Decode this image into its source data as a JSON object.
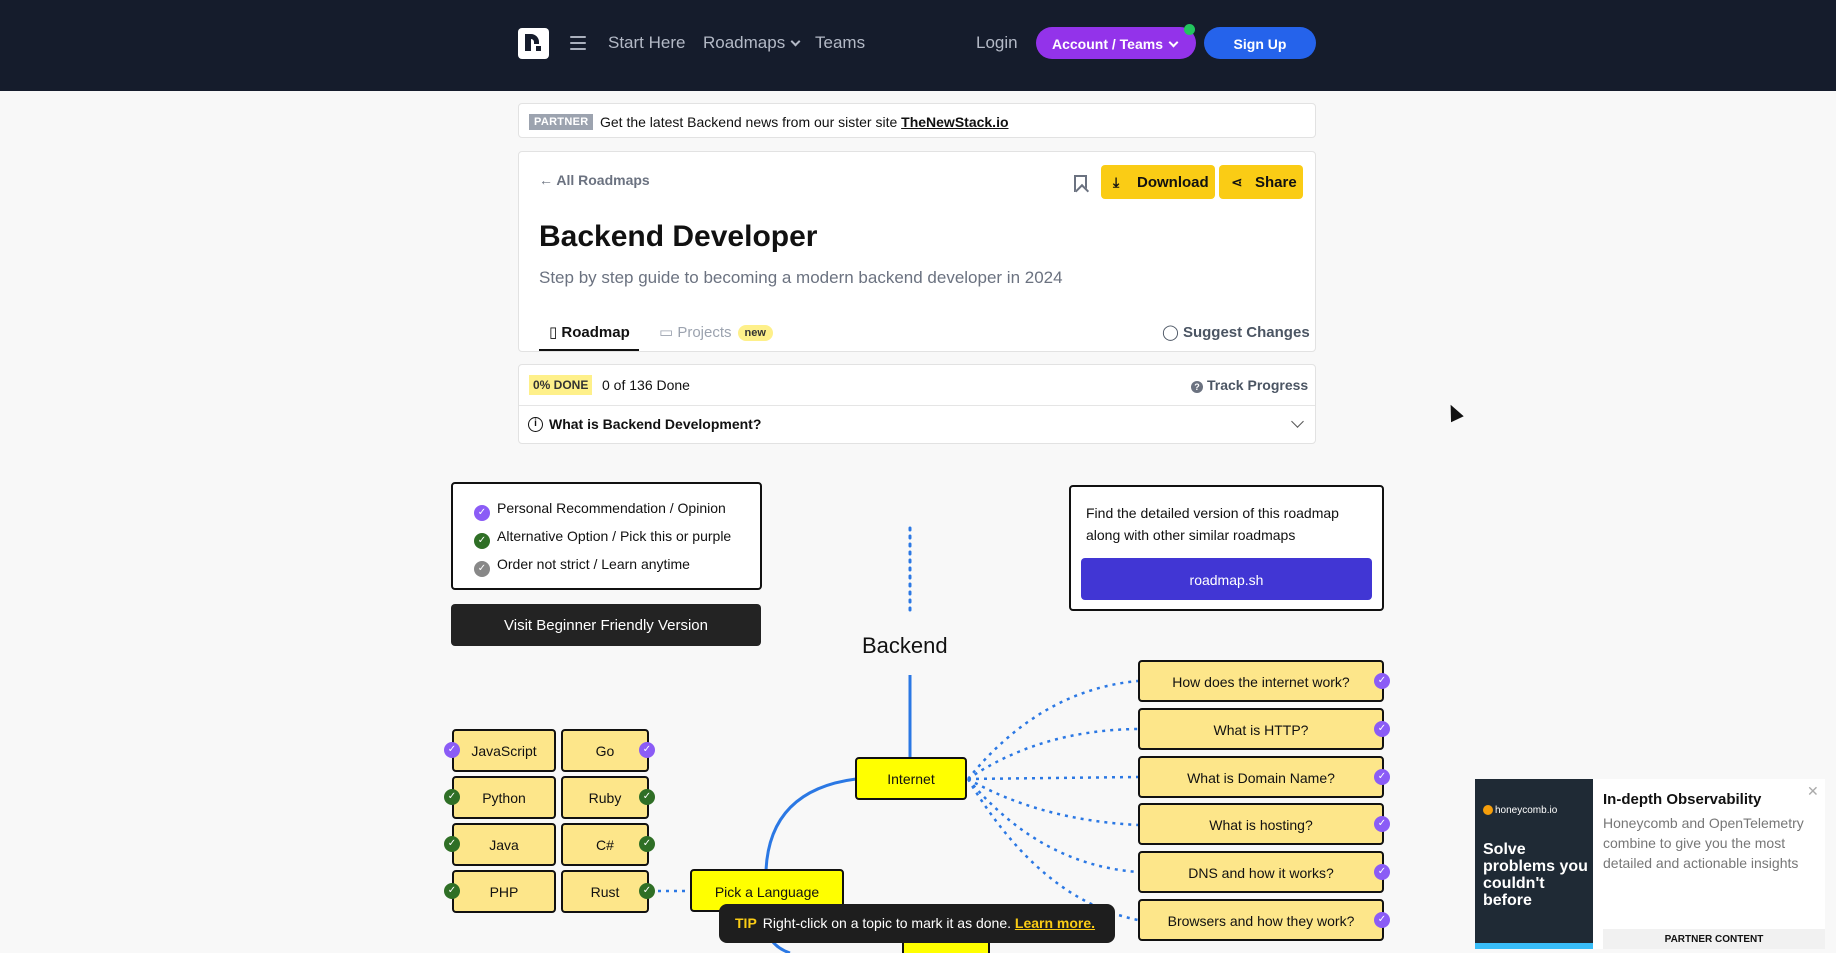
{
  "nav": {
    "links": [
      "Start Here",
      "Roadmaps",
      "Teams"
    ],
    "login": "Login",
    "account_teams": "Account / Teams",
    "sign_up": "Sign Up"
  },
  "partner": {
    "badge": "PARTNER",
    "text": "Get the latest Backend news from our sister site ",
    "link": "TheNewStack.io"
  },
  "header": {
    "back": "← All Roadmaps",
    "download": "Download",
    "share": "Share",
    "title": "Backend Developer",
    "subtitle": "Step by step guide to becoming a modern backend developer in 2024",
    "tabs": [
      "Roadmap",
      "Projects"
    ],
    "new_badge": "new",
    "suggest": "Suggest Changes"
  },
  "progress": {
    "badge": "0% DONE",
    "done_text": "0 of 136 Done",
    "track": "Track Progress",
    "what_is": "What is Backend Development?"
  },
  "legend": [
    {
      "label": "Personal Recommendation / Opinion",
      "color": "#8b5cf6"
    },
    {
      "label": "Alternative Option / Pick this or purple",
      "color": "#2f6f26"
    },
    {
      "label": "Order not strict / Learn anytime",
      "color": "#888888"
    }
  ],
  "beginner_button": "Visit Beginner Friendly Version",
  "find_box": {
    "text": "Find the detailed version of this roadmap along with other similar roadmaps",
    "button": "roadmap.sh"
  },
  "roadmap": {
    "root": "Backend",
    "internet": "Internet",
    "pick_language": "Pick a Language",
    "internet_topics": [
      "How does the internet work?",
      "What is HTTP?",
      "What is Domain Name?",
      "What is hosting?",
      "DNS and how it works?",
      "Browsers and how they work?"
    ],
    "languages": [
      "JavaScript",
      "Go",
      "Python",
      "Ruby",
      "Java",
      "C#",
      "PHP",
      "Rust"
    ]
  },
  "tip": {
    "label": "TIP",
    "text": "Right-click on a topic to mark it as done. ",
    "link": "Learn more."
  },
  "ad": {
    "logo": "honeycomb.io",
    "slogan": "Solve problems you couldn't before",
    "title": "In-depth Observability",
    "desc": "Honeycomb and OpenTelemetry combine to give you the most detailed and actionable insights",
    "partner": "PARTNER CONTENT"
  }
}
